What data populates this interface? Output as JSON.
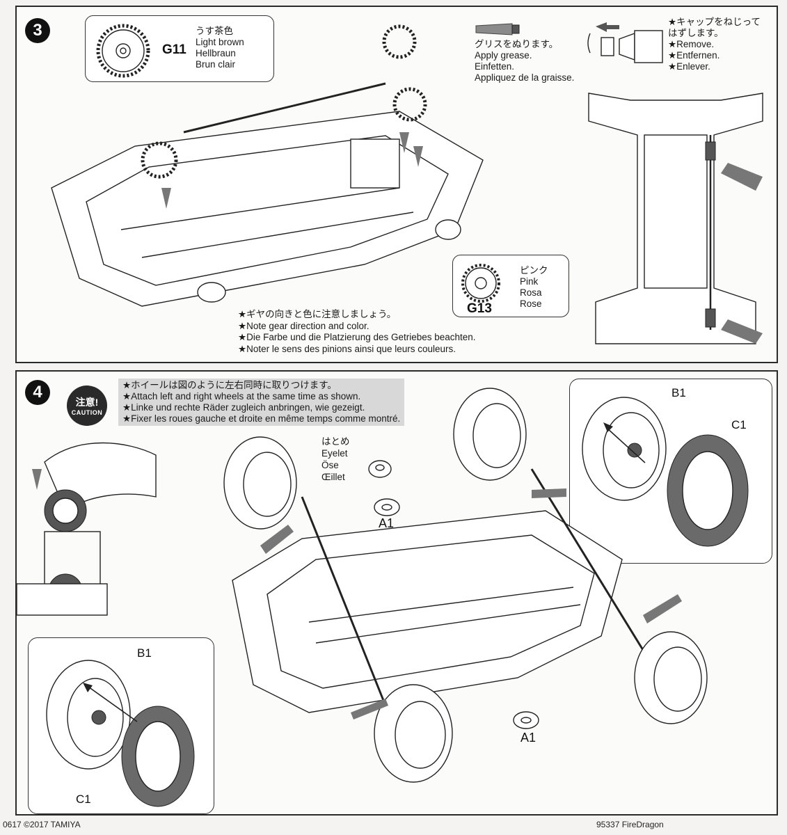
{
  "step3": {
    "number": "3",
    "g11": {
      "code": "G11",
      "lines": [
        "うす茶色",
        "Light brown",
        "Hellbraun",
        "Brun clair"
      ]
    },
    "grease": {
      "lines": [
        "グリスをぬります。",
        "Apply grease.",
        "Einfetten.",
        "Appliquez de la graisse."
      ]
    },
    "remove": {
      "lines": [
        "★キャップをねじって",
        "はずします。",
        "★Remove.",
        "★Entfernen.",
        "★Enlever."
      ]
    },
    "g13": {
      "code": "G13",
      "lines": [
        "ピンク",
        "Pink",
        "Rosa",
        "Rose"
      ]
    },
    "note": {
      "lines": [
        "★ギヤの向きと色に注意しましょう。",
        "★Note gear direction and color.",
        "★Die Farbe und die Platzierung des Getriebes beachten.",
        "★Noter le sens des pinions ainsi que leurs couleurs."
      ]
    }
  },
  "step4": {
    "number": "4",
    "caution": {
      "jp": "注意!",
      "en": "CAUTION"
    },
    "instructions": [
      "★ホイールは図のように左右同時に取りつけます。",
      "★Attach left and right wheels at the same time as shown.",
      "★Linke und rechte Räder zugleich anbringen, wie gezeigt.",
      "★Fixer les roues gauche et droite en même temps comme montré."
    ],
    "eyelet": {
      "lines": [
        "はとめ",
        "Eyelet",
        "Öse",
        "Œillet"
      ]
    },
    "labels": {
      "a1_top": "A1",
      "a1_bottom": "A1",
      "b1_right": "B1",
      "c1_right": "C1",
      "b1_left": "B1",
      "c1_left": "C1"
    }
  },
  "footer": {
    "left": "0617 ©2017 TAMIYA",
    "right": "95337 FireDragon"
  }
}
